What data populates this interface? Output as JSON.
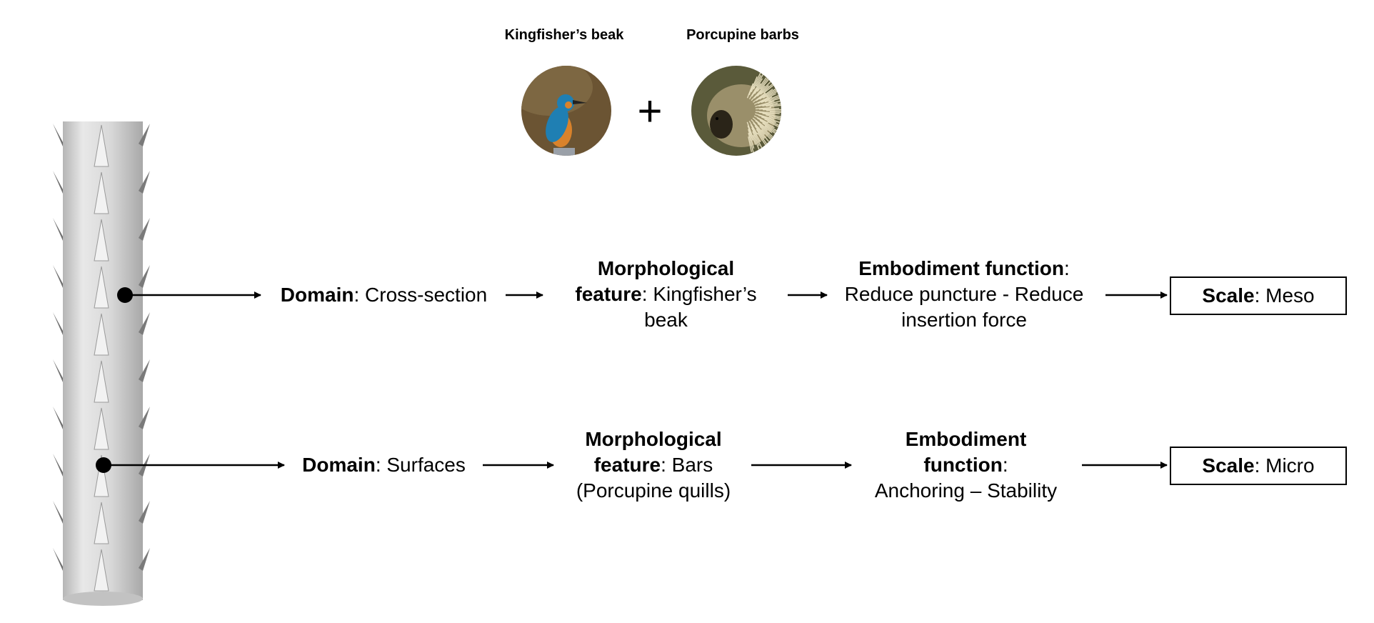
{
  "header": {
    "kingfisher_label": "Kingfisher’s beak",
    "porcupine_label": "Porcupine barbs",
    "plus_sign": "+"
  },
  "rows": [
    {
      "domain": {
        "key": "Domain",
        "value": ": Cross-section"
      },
      "feature": {
        "key_line1": "Morphological",
        "key_line2": "feature",
        "value_line2": ": Kingfisher’s",
        "line3": "beak"
      },
      "function": {
        "key": "Embodiment function",
        "value": ":",
        "line2": "Reduce puncture - Reduce",
        "line3": "insertion force"
      },
      "scale": {
        "key": "Scale",
        "value": ": Meso"
      }
    },
    {
      "domain": {
        "key": "Domain",
        "value": ": Surfaces"
      },
      "feature": {
        "key_line1": "Morphological",
        "key_line2": "feature",
        "value_line2": ": Bars",
        "line3": "(Porcupine quills)"
      },
      "function": {
        "key_line1": "Embodiment",
        "key_line2": "function",
        "value_line2": ":",
        "line3": "Anchoring – Stability"
      },
      "scale": {
        "key": "Scale",
        "value": ": Micro"
      }
    }
  ],
  "colors": {
    "needle_light": "#e6e6e6",
    "needle_mid": "#c9c9c9",
    "needle_dark": "#8f8f8f",
    "barb_dark": "#6e6e6e",
    "kingfisher_bg": "#6b5433",
    "kingfisher_blue": "#1f7fb3",
    "kingfisher_orange": "#d9822b",
    "porcupine_bg": "#5a5a3a",
    "porcupine_quill": "#e8e0c0"
  }
}
